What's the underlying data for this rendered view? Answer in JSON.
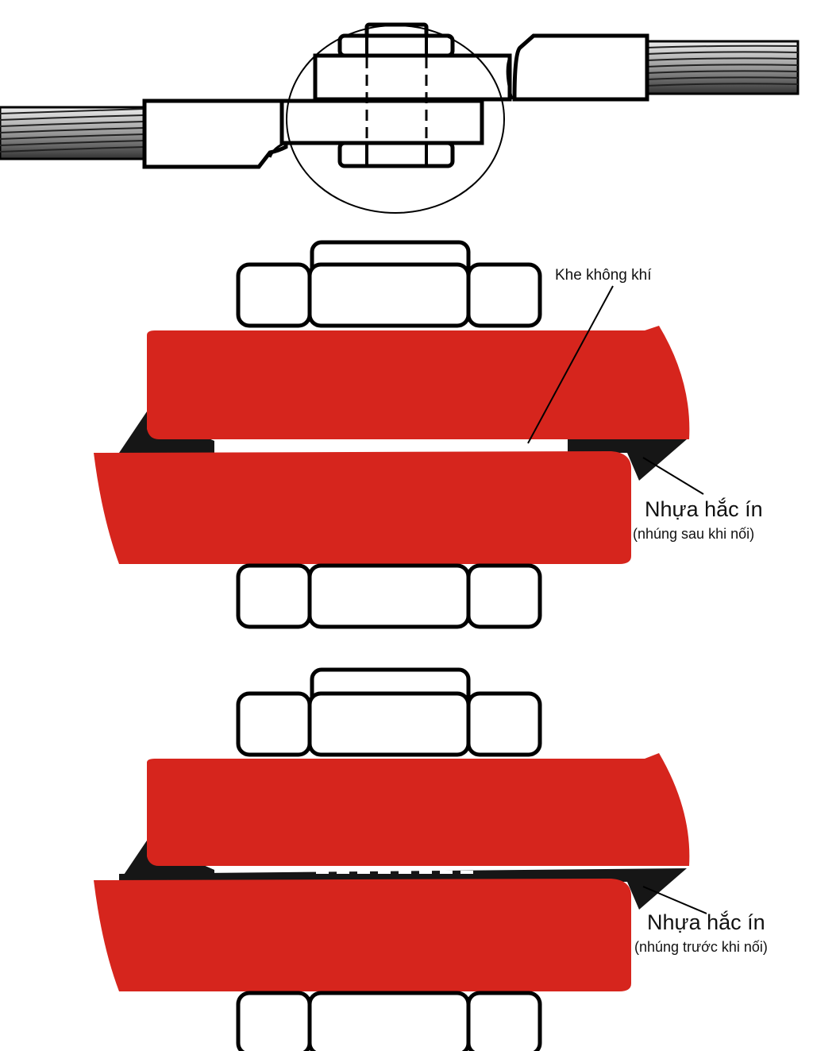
{
  "diagram": {
    "colors": {
      "conductor": "#d6251d",
      "tar": "#161616",
      "outline": "#000000"
    },
    "section_after": {
      "air_gap_label": "Khe không khí",
      "tar_label": "Nhựa hắc ín",
      "tar_note": "(nhúng sau khi nối)"
    },
    "section_before": {
      "tar_label": "Nhựa hắc ín",
      "tar_note": "(nhúng trước khi nối)"
    }
  }
}
